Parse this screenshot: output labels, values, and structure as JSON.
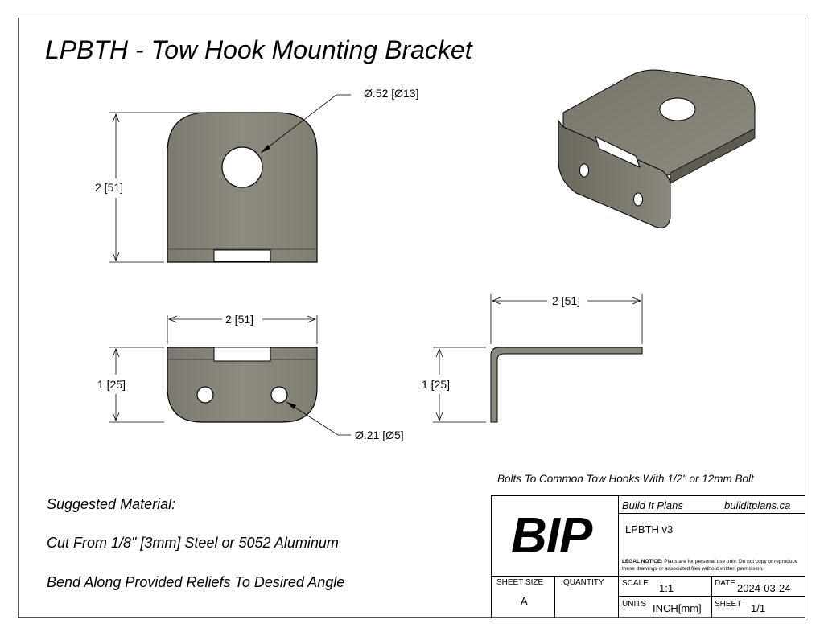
{
  "title": "LPBTH - Tow Hook Mounting Bracket",
  "dimensions": {
    "hole_large": "Ø.52 [Ø13]",
    "height_top": "2 [51]",
    "width_front": "2 [51]",
    "height_front": "1 [25]",
    "hole_small": "Ø.21 [Ø5]",
    "width_side": "2 [51]",
    "height_side": "1 [25]"
  },
  "notes": {
    "material_heading": "Suggested Material:",
    "material": "Cut From 1/8\" [3mm] Steel or 5052 Aluminum",
    "bend": "Bend Along Provided Reliefs To Desired Angle",
    "bolts": "Bolts To Common Tow Hooks With 1/2\" or 12mm Bolt"
  },
  "title_block": {
    "logo": "BIP",
    "company": "Build It Plans",
    "website": "builditplans.ca",
    "part": "LPBTH v3",
    "legal_label": "LEGAL NOTICE:",
    "legal_text": " Plans are for personal use only. Do not copy or reproduce these drawings or associated files without written permission.",
    "sheet_size_label": "SHEET SIZE",
    "sheet_size": "A",
    "quantity_label": "QUANTITY",
    "scale_label": "SCALE",
    "scale": "1:1",
    "date_label": "DATE",
    "date": "2024-03-24",
    "units_label": "UNITS",
    "units": "INCH[mm]",
    "sheet_label": "SHEET",
    "sheet": "1/1"
  },
  "colors": {
    "steel_face": "#8a877c",
    "steel_dark": "#4a4840",
    "line": "#000000"
  }
}
